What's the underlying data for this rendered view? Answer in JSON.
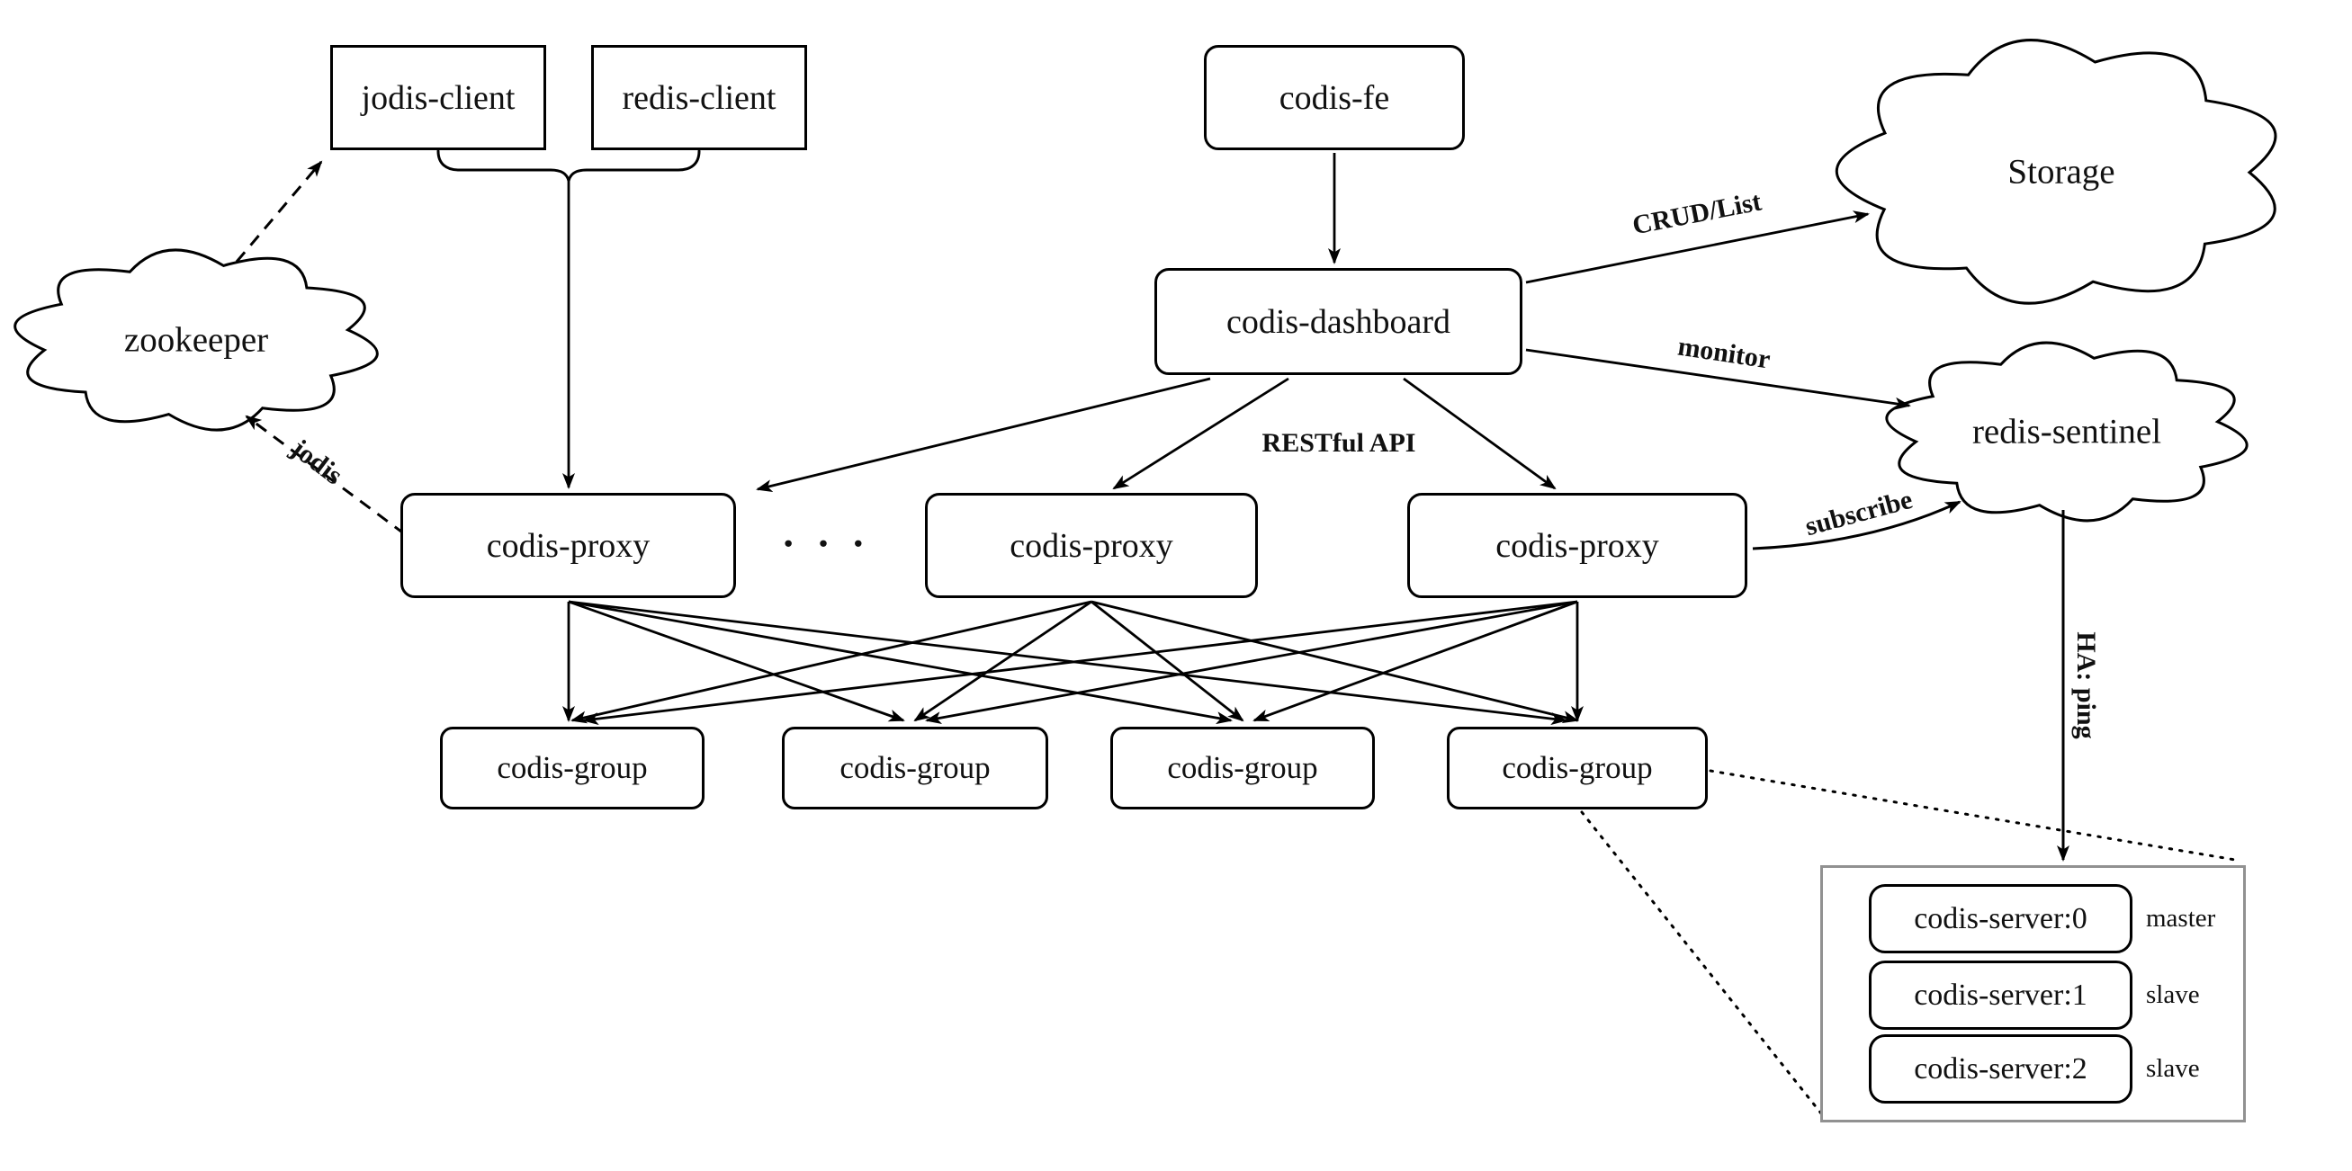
{
  "nodes": {
    "jodis_client": "jodis-client",
    "redis_client": "redis-client",
    "codis_fe": "codis-fe",
    "codis_dashboard": "codis-dashboard",
    "zookeeper": "zookeeper",
    "storage": "Storage",
    "redis_sentinel": "redis-sentinel",
    "proxies": [
      "codis-proxy",
      "codis-proxy",
      "codis-proxy"
    ],
    "proxy_ellipsis": "· · ·",
    "groups": [
      "codis-group",
      "codis-group",
      "codis-group",
      "codis-group"
    ],
    "servers": [
      {
        "label": "codis-server:0",
        "role": "master"
      },
      {
        "label": "codis-server:1",
        "role": "slave"
      },
      {
        "label": "codis-server:2",
        "role": "slave"
      }
    ]
  },
  "edge_labels": {
    "crud_list": "CRUD/List",
    "monitor": "monitor",
    "restful_api": "RESTful API",
    "subscribe": "subscribe",
    "jodis": "jodis",
    "ha_ping": "HA: ping"
  },
  "colors": {
    "line": "#000000",
    "server_container_border": "#919191",
    "background": "#ffffff"
  }
}
